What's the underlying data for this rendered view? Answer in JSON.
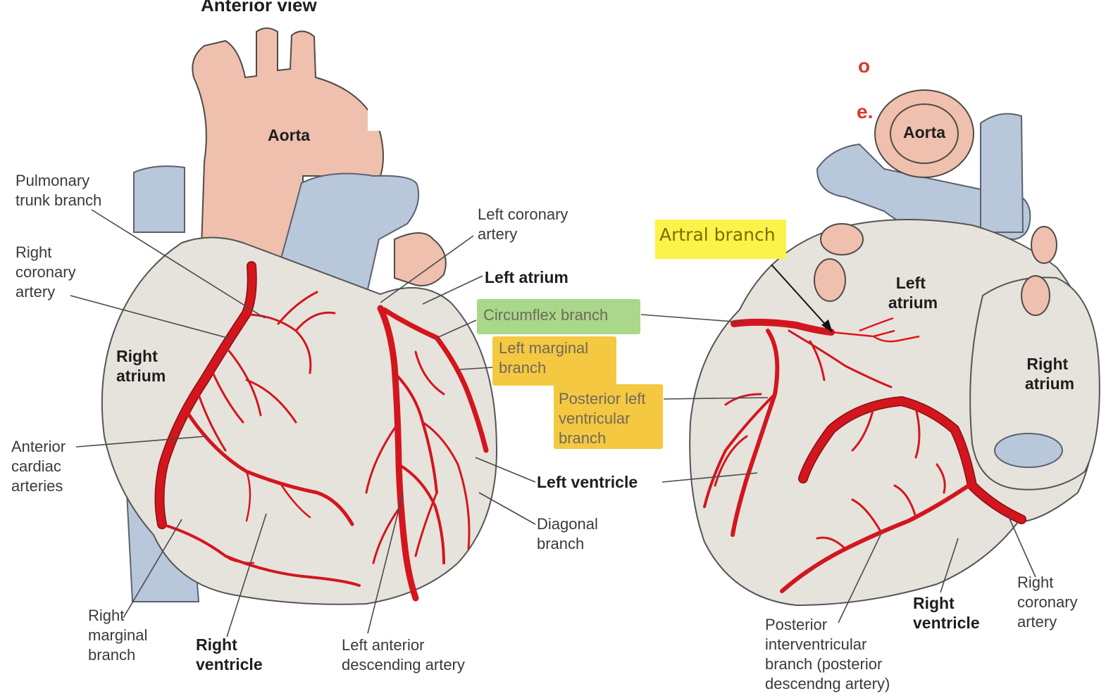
{
  "diagram": {
    "anterior": {
      "cut_title": "Anterior view",
      "aorta": "Aorta",
      "labels": {
        "pulmonary_trunk_branch": [
          "Pulmonary",
          "trunk branch"
        ],
        "right_coronary_artery": [
          "Right",
          "coronary",
          "artery"
        ],
        "right_atrium": [
          "Right",
          "atrium"
        ],
        "anterior_cardiac_arteries": [
          "Anterior",
          "cardiac",
          "arteries"
        ],
        "right_marginal_branch": [
          "Right",
          "marginal",
          "branch"
        ],
        "right_ventricle": [
          "Right",
          "ventricle"
        ],
        "left_anterior_descending": [
          "Left anterior",
          "descending artery"
        ],
        "left_coronary_artery": [
          "Left coronary",
          "artery"
        ],
        "left_atrium": "Left atrium",
        "circumflex_branch": "Circumflex branch",
        "left_marginal_branch": [
          "Left marginal",
          "branch"
        ],
        "posterior_left_ventricular_branch": [
          "Posterior left",
          "ventricular",
          "branch"
        ],
        "left_ventricle": "Left ventricle",
        "diagonal_branch": [
          "Diagonal",
          "branch"
        ]
      }
    },
    "posterior": {
      "cut_title_fragments": [
        "o",
        "e."
      ],
      "aorta": "Aorta",
      "labels": {
        "atrial_branch_note": "Artral  branch",
        "left_atrium": [
          "Left",
          "atrium"
        ],
        "right_atrium": [
          "Right",
          "atrium"
        ],
        "right_coronary_artery": [
          "Right",
          "coronary",
          "artery"
        ],
        "right_ventricle": [
          "Right",
          "ventricle"
        ],
        "posterior_interventricular": [
          "Posterior",
          "interventricular",
          "branch (posterior",
          "descendng artery)"
        ]
      }
    },
    "highlight_colors": {
      "yellow": "#fbf34a",
      "green": "#a9d88a",
      "orange": "#f5c842"
    },
    "artery_color": "#d3161e"
  }
}
